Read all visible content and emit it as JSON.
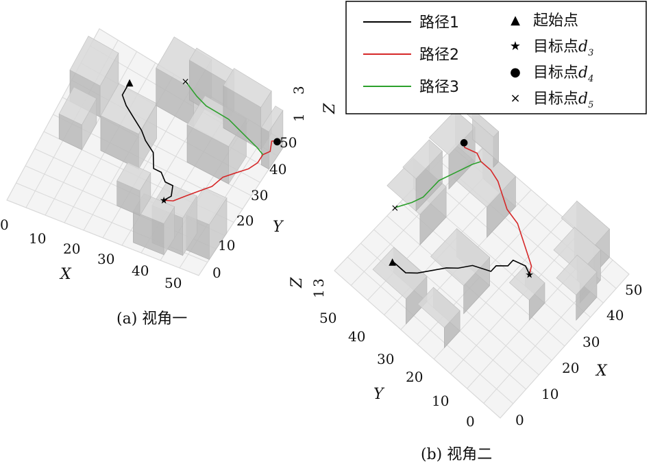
{
  "chart_data": [
    {
      "type": "line",
      "caption": "(a) 视角一",
      "xlabel": "X",
      "ylabel": "Y",
      "zlabel": "Z",
      "xticks": [
        "0",
        "10",
        "20",
        "30",
        "40",
        "50"
      ],
      "yticks": [
        "0",
        "10",
        "20",
        "30",
        "40",
        "50"
      ],
      "zticks": [
        "1",
        "3"
      ],
      "xlim": [
        0,
        50
      ],
      "ylim": [
        0,
        50
      ],
      "zlim": [
        0,
        4
      ],
      "series": [
        {
          "name": "路径1",
          "color": "#000000",
          "points": [
            [
              12,
              42
            ],
            [
              12,
              38
            ],
            [
              14,
              36
            ],
            [
              17,
              34
            ],
            [
              20,
              32
            ],
            [
              22,
              30
            ],
            [
              25,
              28
            ],
            [
              27,
              24
            ],
            [
              29,
              24
            ],
            [
              31,
              22
            ],
            [
              33,
              22
            ],
            [
              34,
              19
            ],
            [
              33,
              17
            ]
          ]
        },
        {
          "name": "路径2",
          "color": "#d62728",
          "points": [
            [
              33,
              17
            ],
            [
              35,
              18
            ],
            [
              37,
              21
            ],
            [
              39,
              24
            ],
            [
              41,
              27
            ],
            [
              42,
              31
            ],
            [
              44,
              34
            ],
            [
              46,
              37
            ],
            [
              47,
              40
            ],
            [
              47,
              43
            ],
            [
              48,
              45
            ],
            [
              47,
              48
            ],
            [
              48,
              49
            ]
          ]
        },
        {
          "name": "路径3",
          "color": "#2ca02c",
          "points": [
            [
              47,
              43
            ],
            [
              45,
              44
            ],
            [
              42,
              45
            ],
            [
              39,
              46
            ],
            [
              36,
              47
            ],
            [
              33,
              47
            ],
            [
              30,
              47
            ],
            [
              27,
              48
            ],
            [
              25,
              49
            ],
            [
              23,
              50
            ]
          ]
        }
      ],
      "markers": [
        {
          "name": "起始点",
          "symbol": "▲",
          "x": 12,
          "y": 42
        },
        {
          "name": "目标点d3",
          "symbol": "★",
          "x": 33,
          "y": 17
        },
        {
          "name": "目标点d4",
          "symbol": "●",
          "x": 48,
          "y": 49
        },
        {
          "name": "目标点d5",
          "symbol": "×",
          "x": 23,
          "y": 50
        }
      ]
    },
    {
      "type": "line",
      "caption": "(b) 视角二",
      "xlabel": "X",
      "ylabel": "Y",
      "zlabel": "Z",
      "xticks": [
        "0",
        "10",
        "20",
        "30",
        "40",
        "50"
      ],
      "yticks": [
        "0",
        "10",
        "20",
        "30",
        "40",
        "50"
      ],
      "zticks": [
        "1",
        "3"
      ],
      "xlim": [
        0,
        50
      ],
      "ylim": [
        0,
        50
      ],
      "zlim": [
        0,
        4
      ]
    }
  ],
  "legend": {
    "lines": [
      {
        "label": "路径1",
        "color": "#000000"
      },
      {
        "label": "路径2",
        "color": "#d62728"
      },
      {
        "label": "路径3",
        "color": "#2ca02c"
      }
    ],
    "markers": [
      {
        "symbol": "▲",
        "label": "起始点",
        "sub": ""
      },
      {
        "symbol": "★",
        "label": "目标点",
        "italic": "d",
        "sub": "3"
      },
      {
        "symbol": "●",
        "label": "目标点",
        "italic": "d",
        "sub": "4"
      },
      {
        "symbol": "×",
        "label": "目标点",
        "italic": "d",
        "sub": "5"
      }
    ]
  },
  "colors": {
    "building": "#c9c9c9",
    "grid": "#d9d9d9",
    "path1": "#000000",
    "path2": "#d62728",
    "path3": "#2ca02c"
  }
}
